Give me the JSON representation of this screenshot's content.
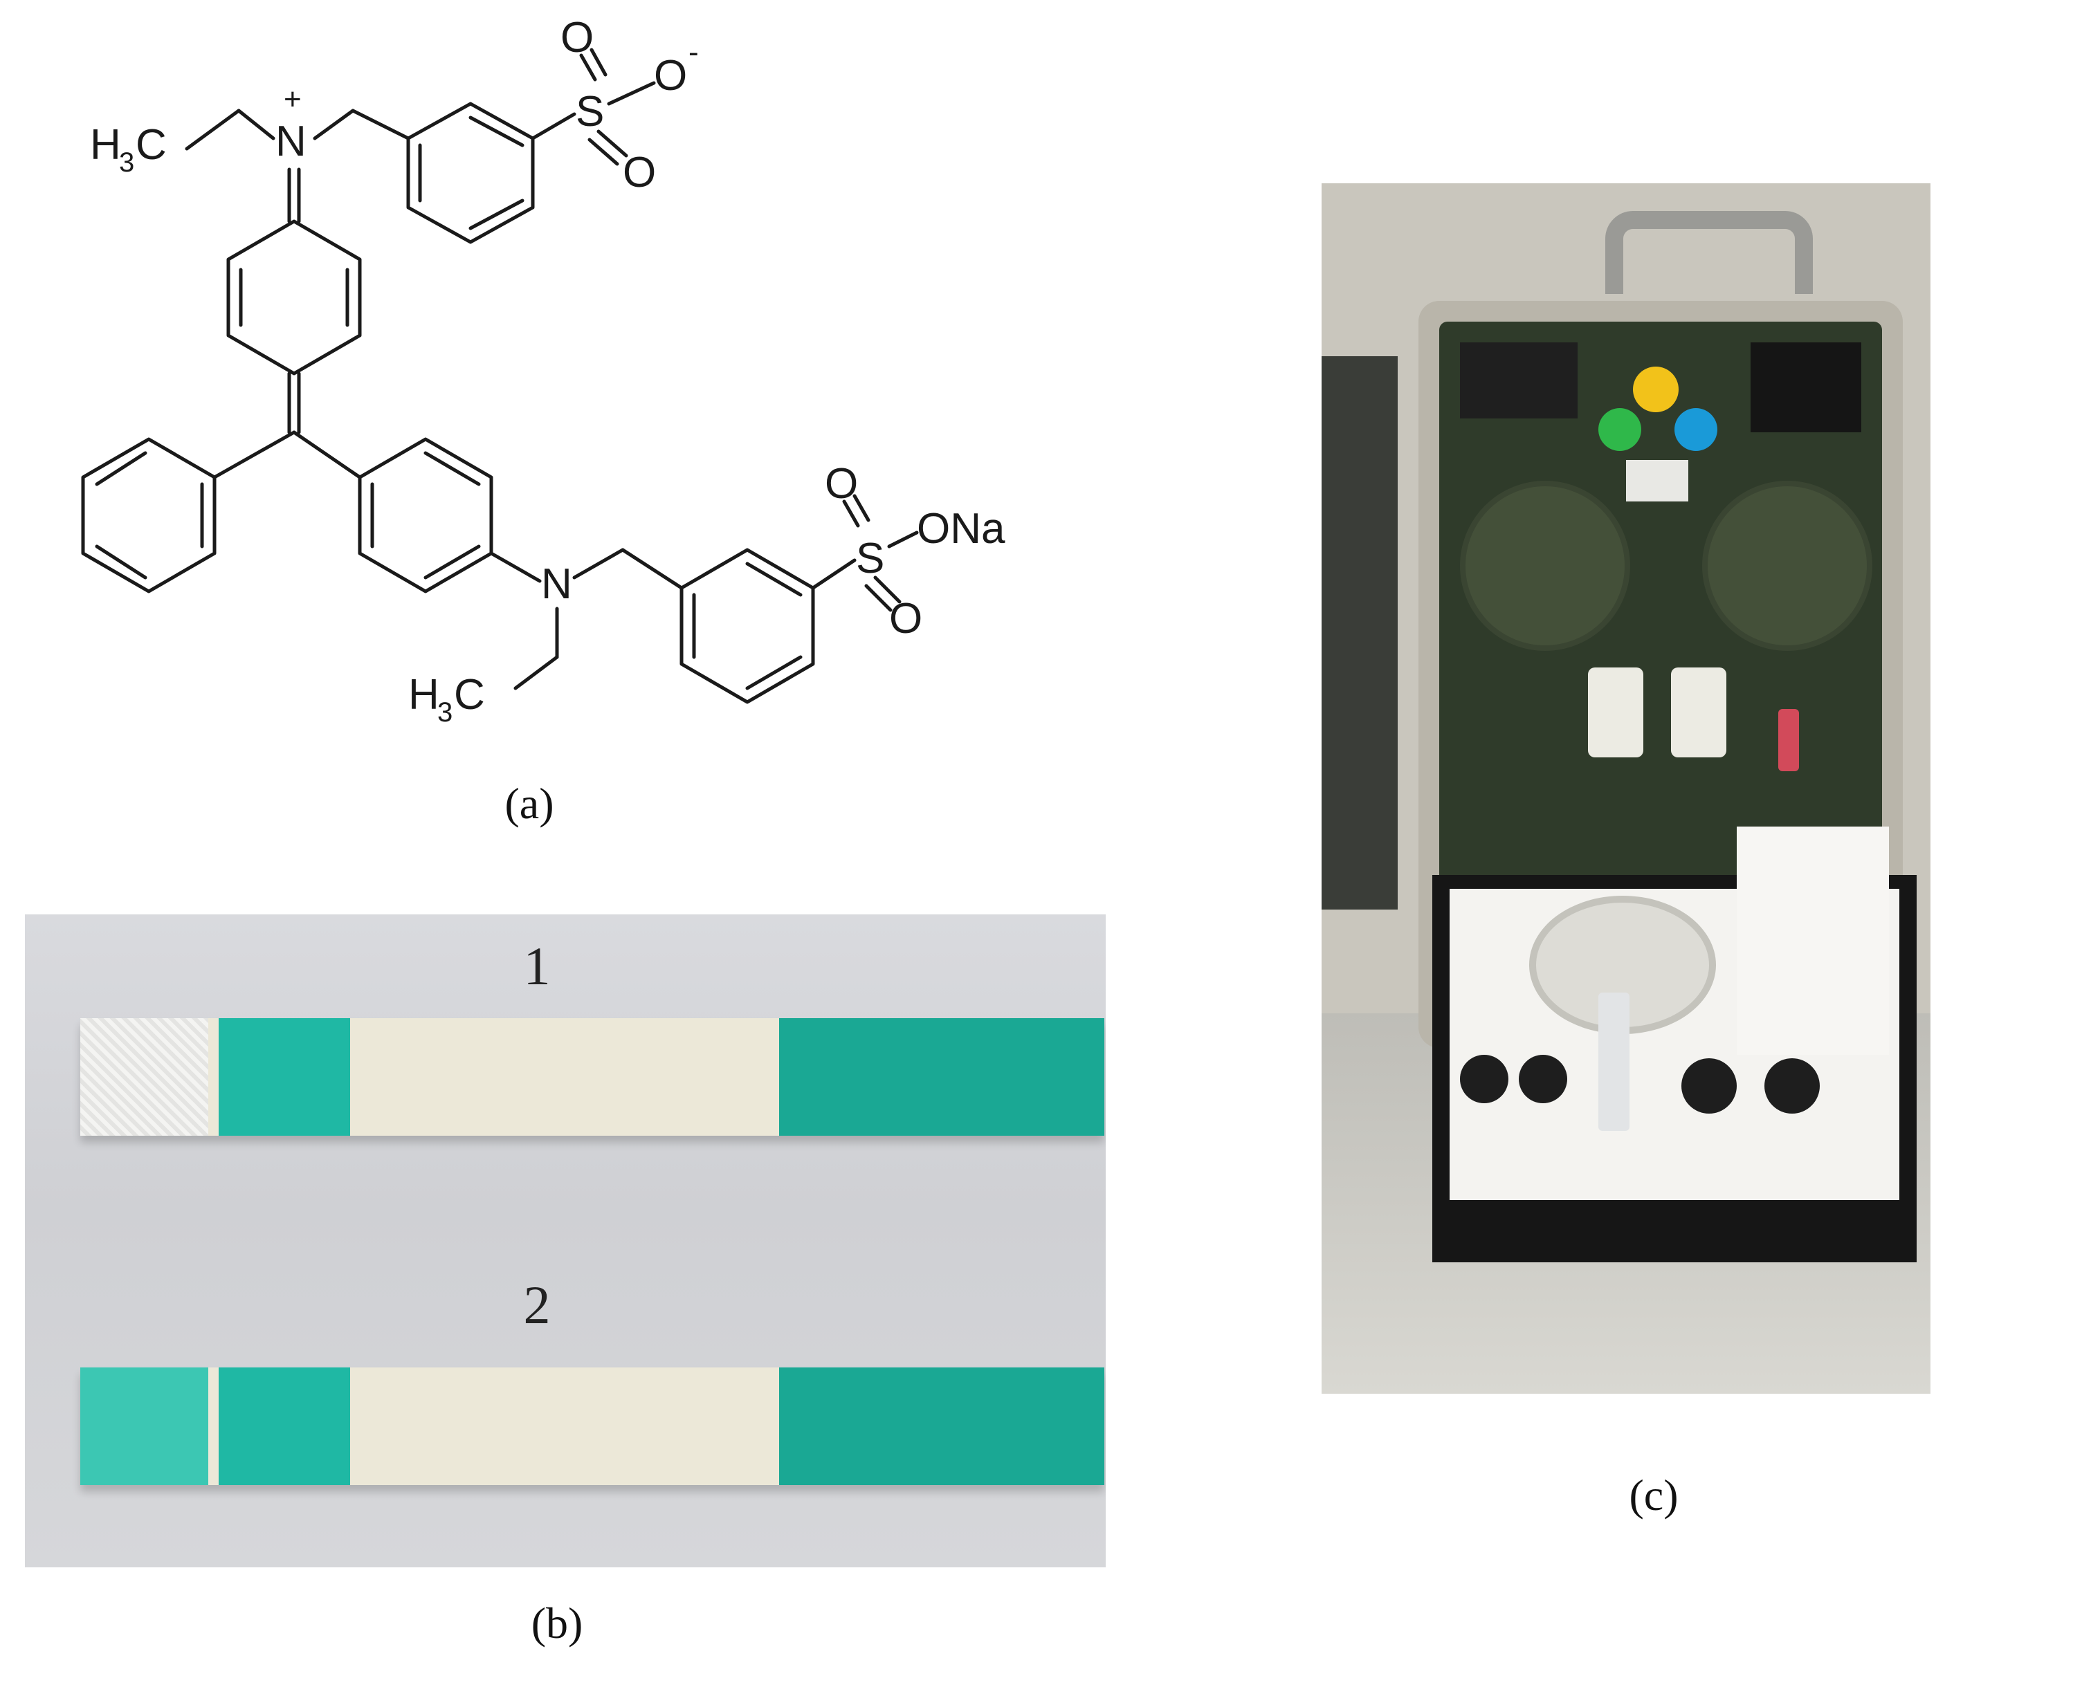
{
  "panel_a": {
    "caption": "(a)",
    "atoms": {
      "h3c_top": "H",
      "h3c_top_sub": "3",
      "h3c_top_c": "C",
      "n_plus": "N",
      "plus": "+",
      "sulfonate_top_s": "S",
      "sulfonate_top_o1": "O",
      "sulfonate_top_o2": "O",
      "sulfonate_top_o3": "O",
      "minus": "-",
      "n_bottom": "N",
      "h3c_bottom": "H",
      "h3c_bottom_sub": "3",
      "h3c_bottom_c": "C",
      "sulfonate_bottom_s": "S",
      "sulfonate_bottom_o1": "O",
      "sulfonate_bottom_ona": "ONa",
      "sulfonate_bottom_o2": "O"
    }
  },
  "panel_b": {
    "caption": "(b)",
    "strip_1_label": "1",
    "strip_2_label": "2",
    "colors": {
      "pad_teal": "#1fb8a4",
      "strip_cream": "#ece8d8",
      "background": "#d3d4d8"
    }
  },
  "panel_c": {
    "caption": "(c)",
    "colors": {
      "case_green": "#2f3b2a",
      "lamp_yellow": "#f2c21a",
      "lamp_green": "#2fb84a",
      "lamp_blue": "#1a9ad8"
    }
  }
}
